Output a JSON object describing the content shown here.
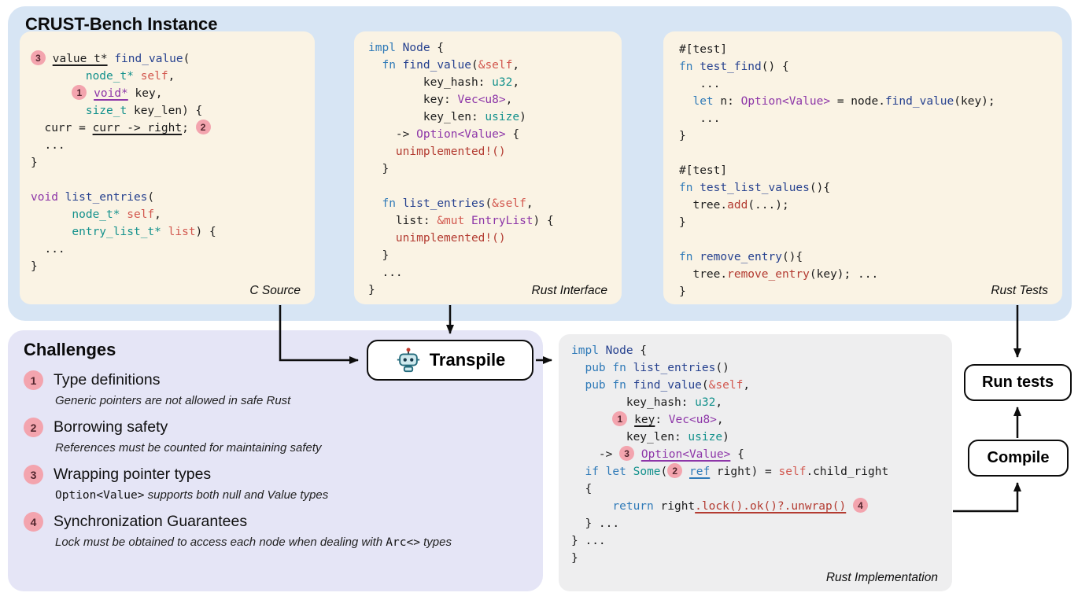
{
  "header": {
    "title": "CRUST-Bench Instance"
  },
  "transpile": {
    "label": "Transpile"
  },
  "actions": {
    "run_tests": "Run tests",
    "compile": "Compile"
  },
  "colors": {
    "instance_bg": "#d7e5f4",
    "code_panel_bg": "#faf3e4",
    "challenges_bg": "#e5e5f6",
    "impl_panel_bg": "#eeeeef",
    "badge_pink": "#f3a4ae",
    "syntax": {
      "keyword": "#2f7ab8",
      "function": "#26418f",
      "type": "#13918c",
      "generic": "#8d36a8",
      "reference": "#d2574e",
      "macro": "#b33b31"
    }
  },
  "challenges": {
    "title": "Challenges",
    "items": [
      {
        "num": "1",
        "label": "Type definitions",
        "desc": [
          {
            "t": "Generic pointers are not allowed in safe Rust",
            "c": "it"
          }
        ]
      },
      {
        "num": "2",
        "label": "Borrowing safety",
        "desc": [
          {
            "t": "References must be counted for maintaining safety",
            "c": "it"
          }
        ]
      },
      {
        "num": "3",
        "label": "Wrapping pointer types",
        "desc": [
          {
            "t": "Option<Value>",
            "c": "mono"
          },
          {
            "t": "  supports both null and Value types",
            "c": "it"
          }
        ]
      },
      {
        "num": "4",
        "label": "Synchronization Guarantees",
        "desc": [
          {
            "t": "Lock must be obtained to access each node when dealing with ",
            "c": "it"
          },
          {
            "t": "Arc<>",
            "c": "mono"
          },
          {
            "t": " types",
            "c": "it"
          }
        ]
      }
    ]
  },
  "panels": {
    "c_source": {
      "label": "C Source",
      "code": [
        [
          {
            "b": "3"
          },
          {
            "t": " "
          },
          {
            "t": "value_t*",
            "u": true
          },
          {
            "t": " "
          },
          {
            "t": "find_value",
            "c": "fn"
          },
          {
            "t": "("
          }
        ],
        [
          {
            "t": "        "
          },
          {
            "t": "node_t*",
            "c": "ty"
          },
          {
            "t": " "
          },
          {
            "t": "self",
            "c": "rd"
          },
          {
            "t": ","
          }
        ],
        [
          {
            "t": "      "
          },
          {
            "b": "1"
          },
          {
            "t": " "
          },
          {
            "t": "void*",
            "c": "pu",
            "u": true
          },
          {
            "t": " key,"
          }
        ],
        [
          {
            "t": "        "
          },
          {
            "t": "size_t",
            "c": "ty"
          },
          {
            "t": " key_len) {"
          }
        ],
        [
          {
            "t": "  curr = "
          },
          {
            "t": "curr -> right",
            "u": true
          },
          {
            "t": "; "
          },
          {
            "b": "2"
          }
        ],
        [
          {
            "t": "  ..."
          }
        ],
        [
          {
            "t": "}"
          }
        ],
        [],
        [
          {
            "t": "void",
            "c": "pu"
          },
          {
            "t": " "
          },
          {
            "t": "list_entries",
            "c": "fn"
          },
          {
            "t": "("
          }
        ],
        [
          {
            "t": "      "
          },
          {
            "t": "node_t*",
            "c": "ty"
          },
          {
            "t": " "
          },
          {
            "t": "self",
            "c": "rd"
          },
          {
            "t": ","
          }
        ],
        [
          {
            "t": "      "
          },
          {
            "t": "entry_list_t*",
            "c": "ty"
          },
          {
            "t": " "
          },
          {
            "t": "list",
            "c": "rd"
          },
          {
            "t": ") {"
          }
        ],
        [
          {
            "t": "  ..."
          }
        ],
        [
          {
            "t": "}"
          }
        ]
      ]
    },
    "rust_interface": {
      "label": "Rust Interface",
      "code": [
        [
          {
            "t": "impl",
            "c": "kw"
          },
          {
            "t": " "
          },
          {
            "t": "Node",
            "c": "fn"
          },
          {
            "t": " {"
          }
        ],
        [
          {
            "t": "  "
          },
          {
            "t": "fn",
            "c": "kw"
          },
          {
            "t": " "
          },
          {
            "t": "find_value",
            "c": "fn"
          },
          {
            "t": "("
          },
          {
            "t": "&self",
            "c": "rd"
          },
          {
            "t": ","
          }
        ],
        [
          {
            "t": "        key_hash: "
          },
          {
            "t": "u32",
            "c": "ty"
          },
          {
            "t": ","
          }
        ],
        [
          {
            "t": "        key: "
          },
          {
            "t": "Vec<u8>",
            "c": "pu"
          },
          {
            "t": ","
          }
        ],
        [
          {
            "t": "        key_len: "
          },
          {
            "t": "usize",
            "c": "ty"
          },
          {
            "t": ")"
          }
        ],
        [
          {
            "t": "    -> "
          },
          {
            "t": "Option<Value>",
            "c": "pu"
          },
          {
            "t": " {"
          }
        ],
        [
          {
            "t": "    "
          },
          {
            "t": "unimplemented!()",
            "c": "mr"
          }
        ],
        [
          {
            "t": "  }"
          }
        ],
        [],
        [
          {
            "t": "  "
          },
          {
            "t": "fn",
            "c": "kw"
          },
          {
            "t": " "
          },
          {
            "t": "list_entries",
            "c": "fn"
          },
          {
            "t": "("
          },
          {
            "t": "&self",
            "c": "rd"
          },
          {
            "t": ","
          }
        ],
        [
          {
            "t": "    list: "
          },
          {
            "t": "&mut",
            "c": "rd"
          },
          {
            "t": " "
          },
          {
            "t": "EntryList",
            "c": "pu"
          },
          {
            "t": ") {"
          }
        ],
        [
          {
            "t": "    "
          },
          {
            "t": "unimplemented!()",
            "c": "mr"
          }
        ],
        [
          {
            "t": "  }"
          }
        ],
        [
          {
            "t": "  ..."
          }
        ],
        [
          {
            "t": "}"
          }
        ]
      ]
    },
    "rust_tests": {
      "label": "Rust Tests",
      "code": [
        [
          {
            "t": "#[test]"
          }
        ],
        [
          {
            "t": "fn",
            "c": "kw"
          },
          {
            "t": " "
          },
          {
            "t": "test_find",
            "c": "fn"
          },
          {
            "t": "() {"
          }
        ],
        [
          {
            "t": "   ..."
          }
        ],
        [
          {
            "t": "  "
          },
          {
            "t": "let",
            "c": "kw"
          },
          {
            "t": " n: "
          },
          {
            "t": "Option<Value>",
            "c": "pu"
          },
          {
            "t": " = node."
          },
          {
            "t": "find_value",
            "c": "fn"
          },
          {
            "t": "(key);"
          }
        ],
        [
          {
            "t": "   ..."
          }
        ],
        [
          {
            "t": "}"
          }
        ],
        [],
        [
          {
            "t": "#[test]"
          }
        ],
        [
          {
            "t": "fn",
            "c": "kw"
          },
          {
            "t": " "
          },
          {
            "t": "test_list_values",
            "c": "fn"
          },
          {
            "t": "(){"
          }
        ],
        [
          {
            "t": "  tree."
          },
          {
            "t": "add",
            "c": "mr"
          },
          {
            "t": "(...);"
          }
        ],
        [
          {
            "t": "}"
          }
        ],
        [],
        [
          {
            "t": "fn",
            "c": "kw"
          },
          {
            "t": " "
          },
          {
            "t": "remove_entry",
            "c": "fn"
          },
          {
            "t": "(){"
          }
        ],
        [
          {
            "t": "  tree."
          },
          {
            "t": "remove_entry",
            "c": "mr"
          },
          {
            "t": "(key); ..."
          }
        ],
        [
          {
            "t": "}"
          }
        ]
      ]
    },
    "rust_impl": {
      "label": "Rust Implementation",
      "code": [
        [
          {
            "t": "impl",
            "c": "kw"
          },
          {
            "t": " "
          },
          {
            "t": "Node",
            "c": "fn"
          },
          {
            "t": " {"
          }
        ],
        [
          {
            "t": "  "
          },
          {
            "t": "pub",
            "c": "kw"
          },
          {
            "t": " "
          },
          {
            "t": "fn",
            "c": "kw"
          },
          {
            "t": " "
          },
          {
            "t": "list_entries",
            "c": "fn"
          },
          {
            "t": "()"
          }
        ],
        [
          {
            "t": "  "
          },
          {
            "t": "pub",
            "c": "kw"
          },
          {
            "t": " "
          },
          {
            "t": "fn",
            "c": "kw"
          },
          {
            "t": " "
          },
          {
            "t": "find_value",
            "c": "fn"
          },
          {
            "t": "("
          },
          {
            "t": "&self",
            "c": "rd"
          },
          {
            "t": ","
          }
        ],
        [
          {
            "t": "        key_hash: "
          },
          {
            "t": "u32",
            "c": "ty"
          },
          {
            "t": ","
          }
        ],
        [
          {
            "t": "      "
          },
          {
            "b": "1"
          },
          {
            "t": " "
          },
          {
            "t": "key",
            "u": true
          },
          {
            "t": ": "
          },
          {
            "t": "Vec<u8>",
            "c": "pu"
          },
          {
            "t": ","
          }
        ],
        [
          {
            "t": "        key_len: "
          },
          {
            "t": "usize",
            "c": "ty"
          },
          {
            "t": ")"
          }
        ],
        [
          {
            "t": "    -> "
          },
          {
            "b": "3"
          },
          {
            "t": " "
          },
          {
            "t": "Option<Value>",
            "c": "pu",
            "u": true
          },
          {
            "t": " {"
          }
        ],
        [
          {
            "t": "  "
          },
          {
            "t": "if",
            "c": "kw"
          },
          {
            "t": " "
          },
          {
            "t": "let",
            "c": "kw"
          },
          {
            "t": " "
          },
          {
            "t": "Some",
            "c": "ty"
          },
          {
            "t": "("
          },
          {
            "b": "2"
          },
          {
            "t": " "
          },
          {
            "t": "ref",
            "c": "kw",
            "u": true
          },
          {
            "t": " right) = "
          },
          {
            "t": "self",
            "c": "rd"
          },
          {
            "t": ".child_right"
          }
        ],
        [
          {
            "t": "  {"
          }
        ],
        [
          {
            "t": "      "
          },
          {
            "t": "return",
            "c": "kw"
          },
          {
            "t": " right"
          },
          {
            "t": ".lock().ok()?.unwrap()",
            "c": "mr",
            "u": true
          },
          {
            "t": " "
          },
          {
            "b": "4"
          }
        ],
        [
          {
            "t": "  } ..."
          }
        ],
        [
          {
            "t": "} ..."
          }
        ],
        [
          {
            "t": "}"
          }
        ]
      ]
    }
  }
}
